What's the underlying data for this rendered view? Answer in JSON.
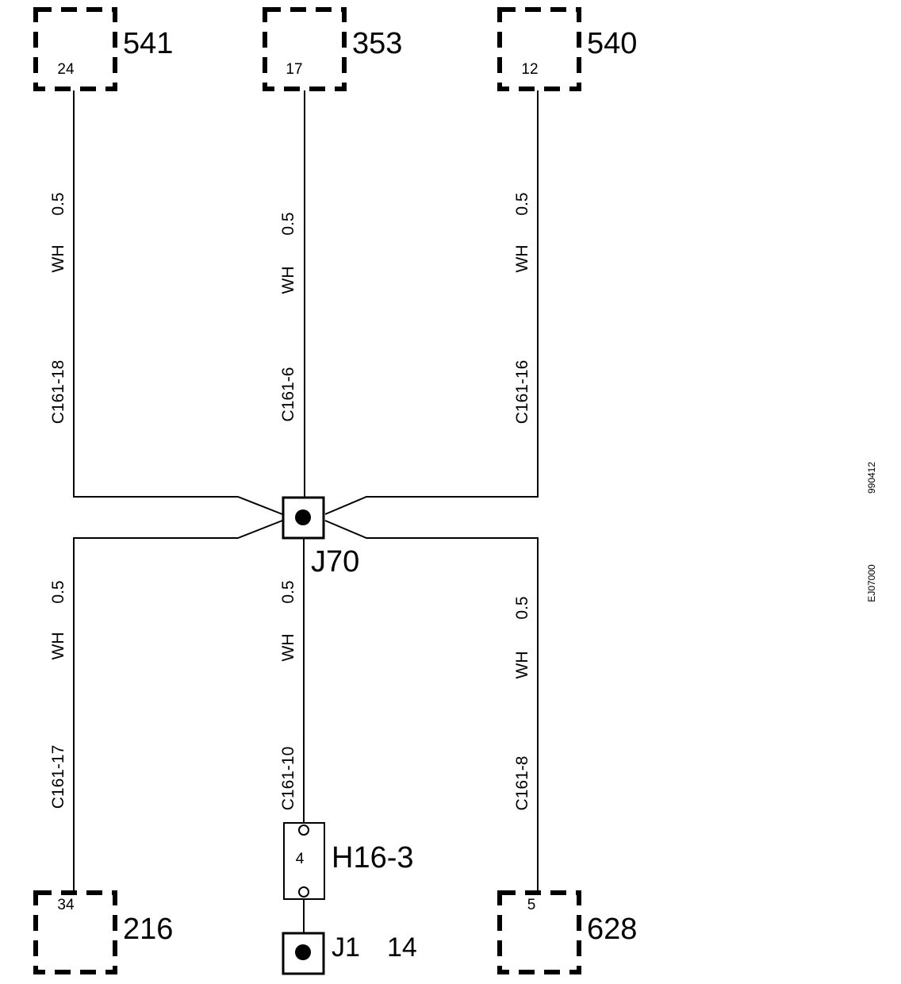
{
  "diagram": {
    "connectors": {
      "c541": {
        "number": "541",
        "pin": "24"
      },
      "c353": {
        "number": "353",
        "pin": "17"
      },
      "c540": {
        "number": "540",
        "pin": "12"
      },
      "c216": {
        "number": "216",
        "pin": "34"
      },
      "c628": {
        "number": "628",
        "pin": "5"
      }
    },
    "wires": {
      "w541": {
        "color": "WH",
        "size": "0.5",
        "ref": "C161-18"
      },
      "w353": {
        "color": "WH",
        "size": "0.5",
        "ref": "C161-6"
      },
      "w540": {
        "color": "WH",
        "size": "0.5",
        "ref": "C161-16"
      },
      "w216": {
        "color": "WH",
        "size": "0.5",
        "ref": "C161-17"
      },
      "wcenter": {
        "color": "WH",
        "size": "0.5",
        "ref": "C161-10"
      },
      "w628": {
        "color": "WH",
        "size": "0.5",
        "ref": "C161-8"
      }
    },
    "splice": {
      "label": "J70"
    },
    "component": {
      "label": "H16-3",
      "pin": "4"
    },
    "jumper": {
      "label": "J1",
      "pin": "14"
    },
    "side_codes": {
      "code1": "990412",
      "code2": "EJ07000"
    }
  }
}
